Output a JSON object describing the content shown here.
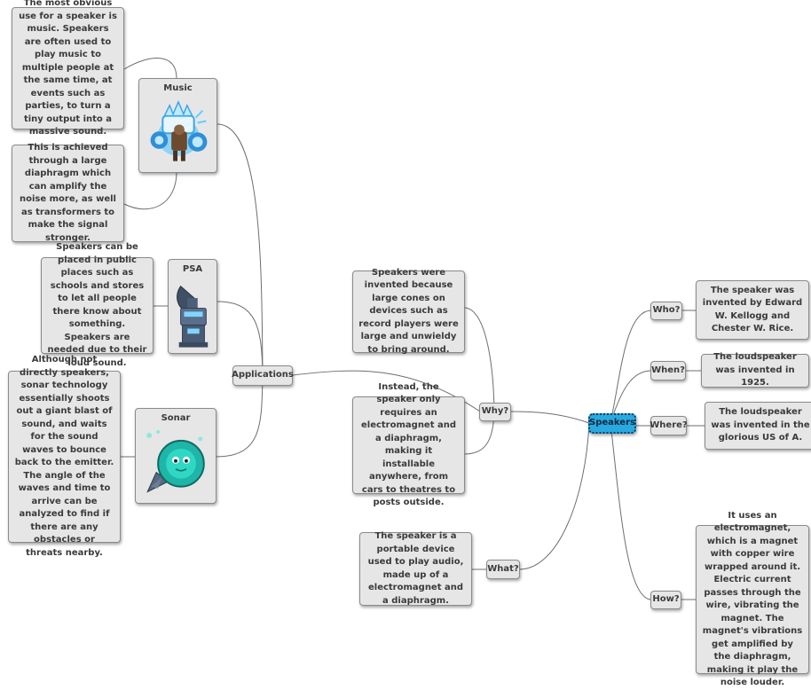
{
  "central": "Speakers",
  "branches": {
    "who": "Who?",
    "when": "When?",
    "where": "Where?",
    "how": "How?",
    "what": "What?",
    "why": "Why?",
    "applications": "Applications"
  },
  "applications": {
    "music": "Music",
    "psa": "PSA",
    "sonar": "Sonar"
  },
  "notes": {
    "who": "The speaker was invented by Edward W. Kellogg and Chester W. Rice.",
    "when": "The loudspeaker was invented in 1925.",
    "where": "The loudspeaker was invented in the glorious US of A.",
    "how": "It uses an electromagnet, which is a magnet with copper wire wrapped around it. Electric current passes through the wire, vibrating the magnet. The magnet's vibrations get amplified by the diaphragm, making it play the noise louder.",
    "what": "The speaker is a portable device used to play audio, made up of a electromagnet and a diaphragm.",
    "why_1": "Speakers were invented because large cones on devices such as record players were large and unwieldy to bring around.",
    "why_2": "Instead, the speaker only requires an electromagnet and a diaphragm, making it installable anywhere, from cars to theatres to posts outside.",
    "music_1": "The most obvious use for a speaker is music. Speakers are often used to play music to multiple people at the same time, at events such as parties, to turn a tiny output into a massive sound.",
    "music_2": "This is achieved through a large diaphragm which can amplify the noise more, as well as transformers to make the signal stronger.",
    "psa": "Speakers can be placed in public places such as schools and stores to let all people there know about something. Speakers are needed due to their loud sound.",
    "sonar": "Although not directly speakers, sonar technology essentially shoots out a giant blast of sound, and waits for the sound waves to bounce back to the emitter. The angle of the waves and time to arrive can be analyzed to find if there are any obstacles or threats nearby."
  },
  "colors": {
    "node_fill": "#e6e6e6",
    "node_border": "#8a8a8a",
    "central_fill": "#2aa9e0",
    "line": "#6e6e6e"
  }
}
